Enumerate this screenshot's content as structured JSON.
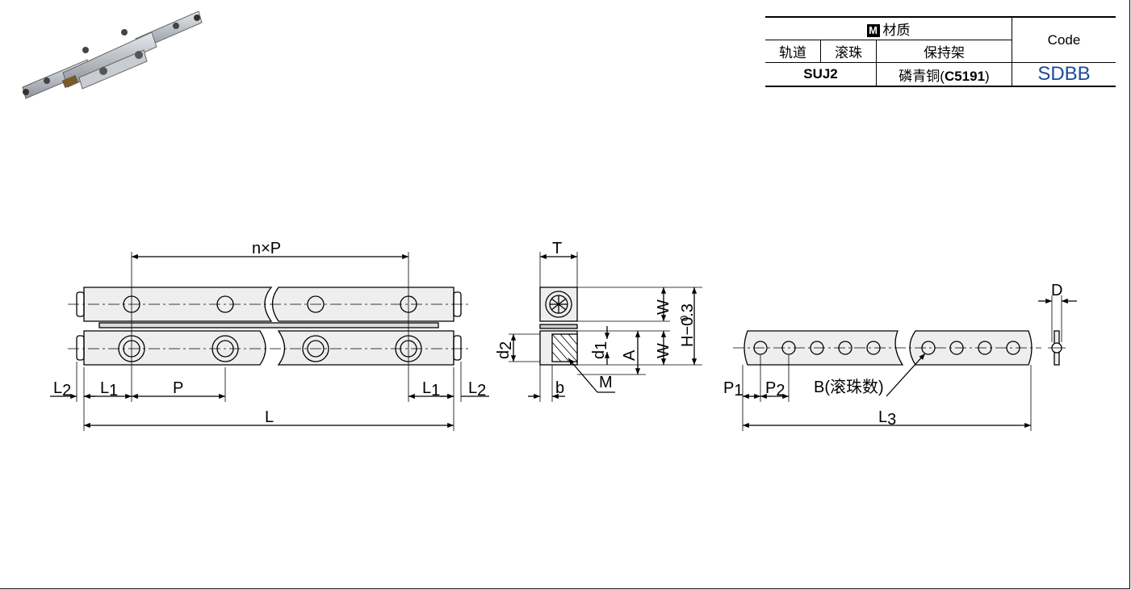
{
  "material_table": {
    "material_badge": "M",
    "material_header": "材质",
    "code_header": "Code",
    "col_rail": "轨道",
    "col_rollers": "滚珠",
    "col_cage": "保持架",
    "rail_roller_value": "SUJ2",
    "cage_value_prefix": "磷青铜(",
    "cage_value_grade": "C5191",
    "cage_value_suffix": ")",
    "code_value": "SDBB"
  },
  "dimensions": {
    "nxp": "n×P",
    "T": "T",
    "W": "W",
    "H_tol_upper": "0",
    "H_tol_label": "H−0.3",
    "d2_main": "d",
    "d2_sub": "2",
    "d1_main": "d",
    "d1_sub": "1",
    "A": "A",
    "W2": "W",
    "L2_main": "L",
    "L2_sub": "2",
    "L1_main": "L",
    "L1_sub": "1",
    "P": "P",
    "L": "L",
    "b": "b",
    "M": "M",
    "P1_main": "P",
    "P1_sub": "1",
    "P2_main": "P",
    "P2_sub": "2",
    "B_label": "B(滚珠数)",
    "L3_main": "L",
    "L3_sub": "3",
    "D": "D"
  }
}
